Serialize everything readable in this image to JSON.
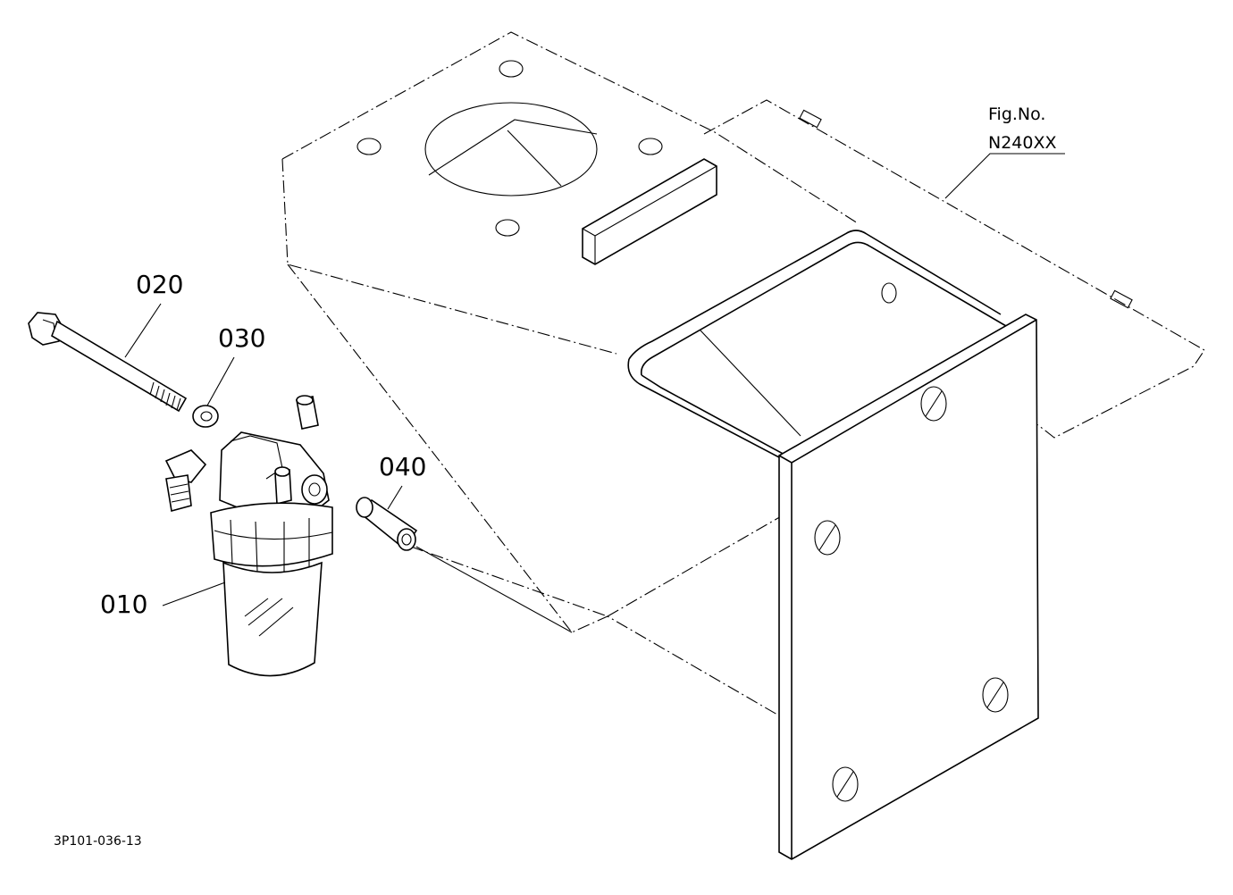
{
  "figure": {
    "fig_no_label": "Fig.No.",
    "fig_no_value": "N240XX",
    "drawing_code": "3P101-036-13"
  },
  "callouts": [
    {
      "id": "010",
      "text": "010"
    },
    {
      "id": "020",
      "text": "020"
    },
    {
      "id": "030",
      "text": "030"
    },
    {
      "id": "040",
      "text": "040"
    }
  ]
}
